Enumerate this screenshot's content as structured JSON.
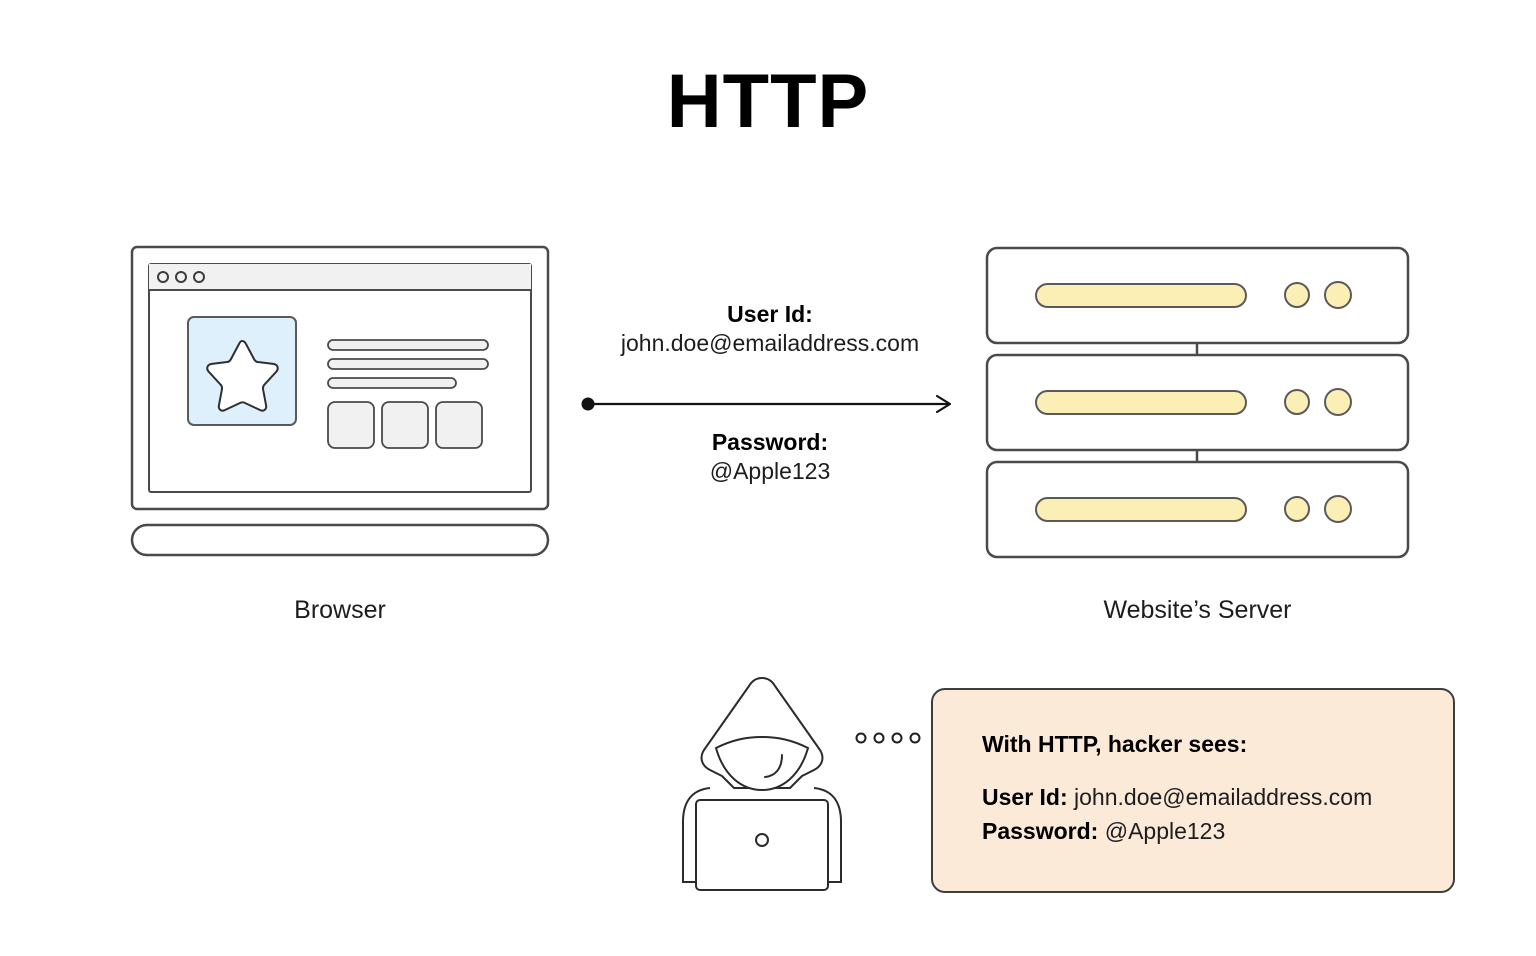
{
  "title": "HTTP",
  "nodes": {
    "browser": {
      "label": "Browser",
      "icon": "laptop-browser-icon",
      "window_dots": 3,
      "image_placeholder_color": "#ddf0fb",
      "content_lines": 3,
      "content_buttons": 3
    },
    "server": {
      "label": "Website’s Server",
      "icon": "server-rack-icon",
      "units": 3,
      "bar_color": "#fbefb6",
      "lights_per_unit": 2
    }
  },
  "transmission": {
    "direction": "browser-to-server",
    "arrow_icon": "arrow-right-icon",
    "top": {
      "label": "User Id:",
      "value": "john.doe@emailaddress.com"
    },
    "bottom": {
      "label": "Password:",
      "value": "@Apple123"
    }
  },
  "hacker": {
    "icon": "hooded-hacker-laptop-icon",
    "eavesdrop_dots": 4
  },
  "callout": {
    "heading": "With HTTP, hacker sees:",
    "background_color": "#fcead9",
    "border_color": "#3d3d3d",
    "rows": [
      {
        "label": "User Id:",
        "value": "john.doe@emailaddress.com"
      },
      {
        "label": "Password:",
        "value": "@Apple123"
      }
    ]
  }
}
